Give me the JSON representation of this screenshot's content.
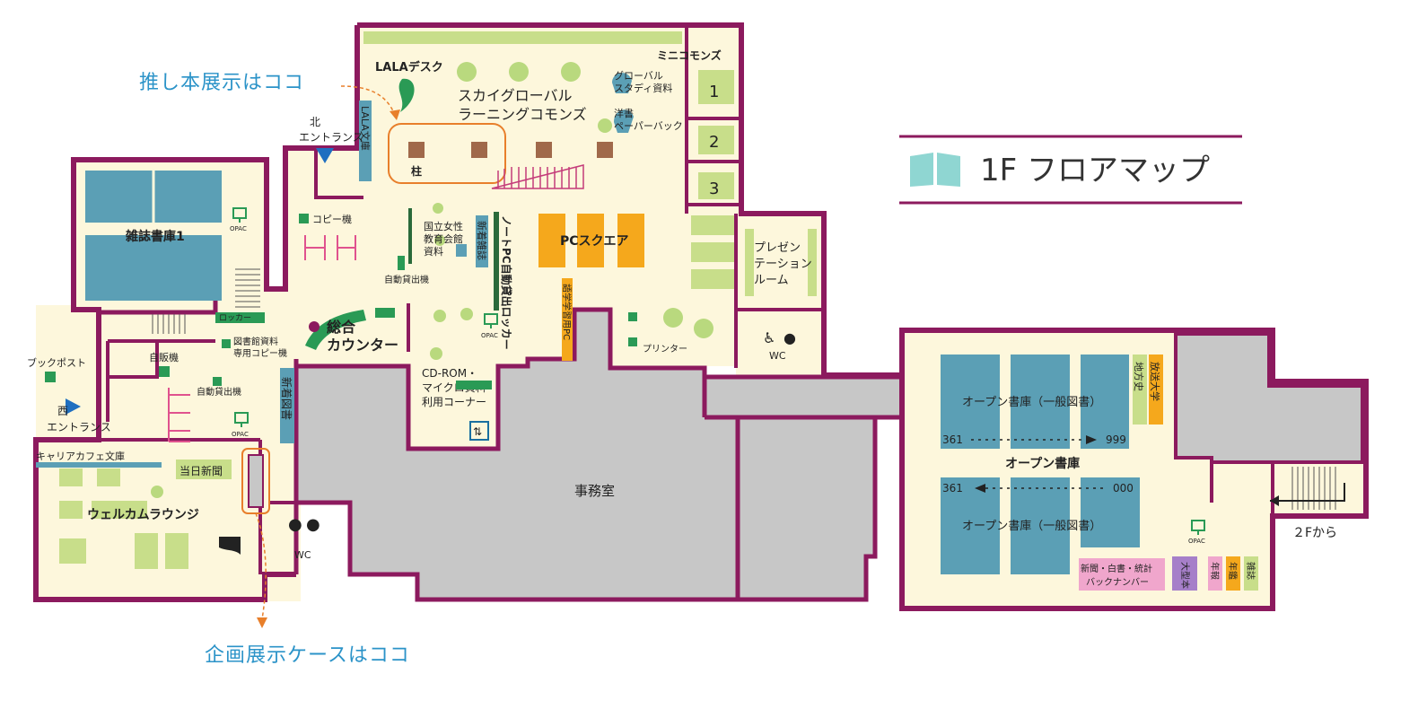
{
  "title": "1F フロアマップ",
  "colors": {
    "wall": "#8c1a5e",
    "floor": "#fdf7dc",
    "shelf": "#5b9fb5",
    "green": "#c8de8a",
    "office": "#c7c7c7",
    "orange": "#f5a81c",
    "accent": "#e87f2b",
    "annotation": "#2b93c8"
  },
  "annotations": {
    "oshibon": "推し本展示はココ",
    "kikaku": "企画展示ケースはココ"
  },
  "areas": {
    "lala_desk": "LALAデスク",
    "lala_bunko": "LALA文庫",
    "global_commons_1": "スカイグローバル",
    "global_commons_2": "ラーニングコモンズ",
    "mini_commons": "ミニコモンズ",
    "room1": "1",
    "room2": "2",
    "room3": "3",
    "global_study_1": "グローバル",
    "global_study_2": "スタディ資料",
    "paperback_1": "洋書",
    "paperback_2": "ペーパーバック",
    "pillar": "柱",
    "north_entrance_1": "北",
    "north_entrance_2": "エントランス",
    "copy": "コピー機",
    "magazine_stack": "雑誌書庫1",
    "kokuritsu_1": "国立女性",
    "kokuritsu_2": "教育会館",
    "kokuritsu_3": "資料",
    "new_magazines": "新着雑誌",
    "note_pc": "ノートPC自動貸出ロッカー",
    "pc_square": "PCスクエア",
    "auto_lend": "自動貸出機",
    "presentation_1": "プレゼン",
    "presentation_2": "テーション",
    "presentation_3": "ルーム",
    "counter_1": "総合",
    "counter_2": "カウンター",
    "locker": "ロッカー",
    "lib_copy_1": "図書館資料",
    "lib_copy_2": "専用コピー機",
    "language_pc": "語学学習用PC",
    "printer": "プリンター",
    "cdrom_1": "CD-ROM・",
    "cdrom_2": "マイクロ資料",
    "cdrom_3": "利用コーナー",
    "book_post": "ブックポスト",
    "vending": "自販機",
    "west_entrance_1": "西",
    "west_entrance_2": "エントランス",
    "new_books": "新着図書",
    "career_cafe": "キャリアカフェ文庫",
    "todays_news": "当日新聞",
    "welcome_lounge": "ウェルカムラウンジ",
    "office": "事務室",
    "wc": "WC",
    "open_stack": "オープン書庫",
    "open_stack_general": "オープン書庫（一般図書）",
    "range_a_start": "361",
    "range_a_end": "999",
    "range_b_start": "361",
    "range_b_end": "000",
    "local_history": "地方史",
    "open_univ": "放送大学",
    "newspaper_1": "新聞・白書・統計",
    "newspaper_2": "バックナンバー",
    "oversize": "大型本",
    "yearbook": "年報",
    "almanac": "年鑑",
    "magazines": "雑誌",
    "from_2f": "２Fから",
    "opac": "OPAC"
  }
}
